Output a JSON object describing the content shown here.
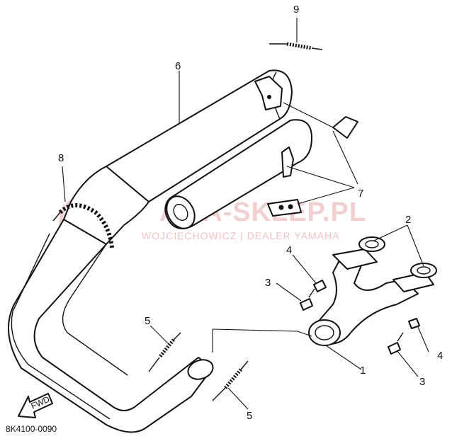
{
  "diagram": {
    "drawing_code": "8K4100-0090",
    "direction_marker": "FWD",
    "watermark": {
      "brand": "AMA-SKLEP.PL",
      "subtitle": "WOJCIECHOWICZ | DEALER YAMAHA"
    },
    "callouts": [
      {
        "id": "1",
        "part": "exhaust-pipe-manifold"
      },
      {
        "id": "2",
        "part": "gaskets"
      },
      {
        "id": "3",
        "part": "bolts"
      },
      {
        "id": "4",
        "part": "nuts"
      },
      {
        "id": "5",
        "part": "springs"
      },
      {
        "id": "6",
        "part": "muffler"
      },
      {
        "id": "7",
        "part": "muffler-brackets"
      },
      {
        "id": "8",
        "part": "heat-wrap"
      },
      {
        "id": "9",
        "part": "spring"
      }
    ]
  }
}
